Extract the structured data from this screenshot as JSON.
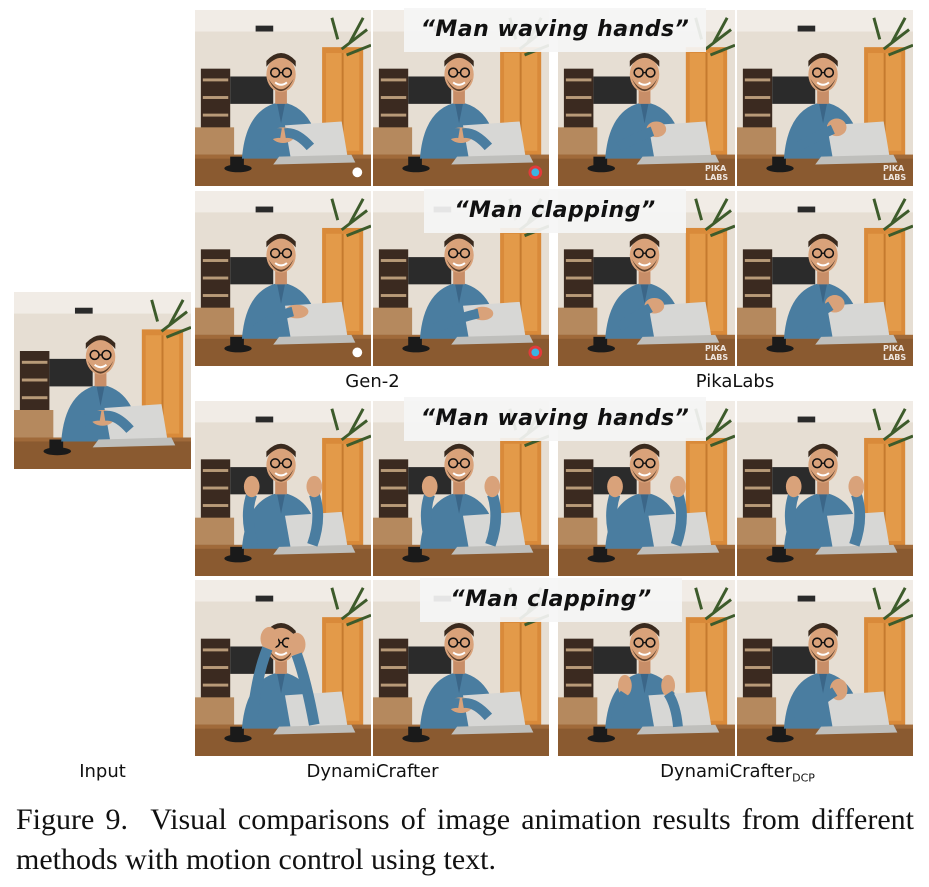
{
  "figure": {
    "number_label": "Figure 9.",
    "caption": "Visual comparisons of image animation results from different methods with motion control using text."
  },
  "prompts": {
    "waving": "“Man waving hands”",
    "clapping": "“Man clapping”"
  },
  "labels": {
    "input": "Input",
    "gen2": "Gen-2",
    "pikalabs": "PikaLabs",
    "dynamicrafter": "DynamiCrafter",
    "dynamicrafter_dcp_main": "DynamiCrafter",
    "dynamicrafter_dcp_sub": "DCP"
  },
  "watermarks": {
    "pika": "PIKA LABS"
  },
  "colors": {
    "wood_wall": "#d98a3a",
    "shirt": "#4a7da0",
    "skin": "#d9a27a",
    "hair": "#3a2a1e",
    "laptop": "#d7d7d5",
    "table": "#8a5a30",
    "room": "#e5ddd2"
  }
}
